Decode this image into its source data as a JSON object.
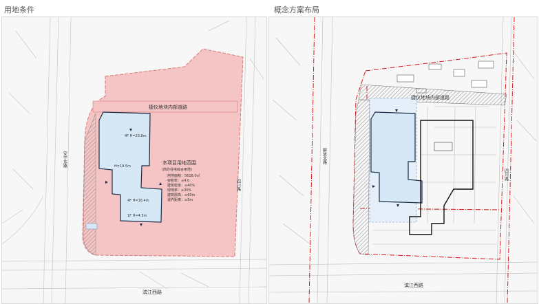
{
  "panels": {
    "left": {
      "title": "用地条件",
      "road_internal": "捷仪地块内部道路",
      "road_south": "滨江西路",
      "road_west": "安宁东路",
      "road_east": "四川路",
      "notes": {
        "title": "本项目用地范围",
        "subtitle": "(商办住宅综合用地)",
        "rows": [
          "用地面积：5616.0㎡",
          "容积率：≤4.0",
          "建筑密度：≤40%",
          "绿地率：≥30%",
          "建筑限高：≤60m",
          "退界距离：≥5m"
        ]
      },
      "building_labels": {
        "top": "4F H=23.8m",
        "mid": "H=19.5m",
        "lower": "4F H=16.4m",
        "bottom": "1F H=4.5m"
      }
    },
    "right": {
      "title": "概念方案布局",
      "road_internal": "捷仪地块内部道路",
      "road_south": "滨江西路",
      "road_west": "解放北路",
      "road_east": "四川路"
    }
  },
  "colors": {
    "site_pink": "#f5c4c4",
    "site_pink_edge": "#d87878",
    "building_blue": "#d6e8f6",
    "building_edge": "#1a2a44",
    "redline": "#d21818",
    "hatch": "#8a8a8a"
  }
}
